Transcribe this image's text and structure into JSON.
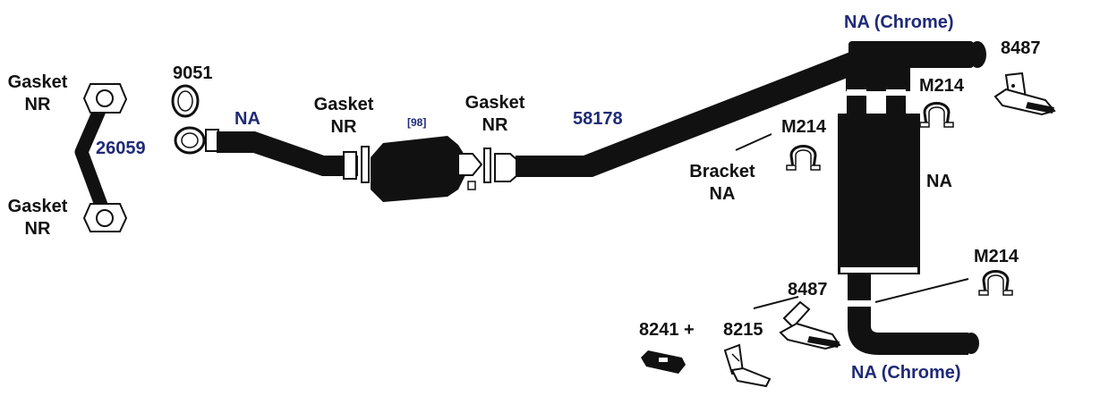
{
  "colors": {
    "pipe": "#111111",
    "part_number": "#1f2a78",
    "label": "#111111",
    "background": "#ffffff"
  },
  "labels": {
    "gasket_top_left": [
      "Gasket",
      "NR"
    ],
    "gasket_bottom_left": [
      "Gasket",
      "NR"
    ],
    "part_26059": "26059",
    "part_9051": "9051",
    "na_front_pipe": "NA",
    "gasket_pre_cat": [
      "Gasket",
      "NR"
    ],
    "cat_ref": "[98]",
    "gasket_post_cat": [
      "Gasket",
      "NR"
    ],
    "part_58178": "58178",
    "na_chrome_top": "NA (Chrome)",
    "na_chrome_bottom": "NA (Chrome)",
    "part_8487_top": "8487",
    "part_8487_bottom": "8487",
    "m214_top": "M214",
    "m214_left": "M214",
    "m214_bottom": "M214",
    "bracket": [
      "Bracket",
      "NA"
    ],
    "na_muffler": "NA",
    "part_8241_plus": "8241 +",
    "part_8215": "8215"
  }
}
